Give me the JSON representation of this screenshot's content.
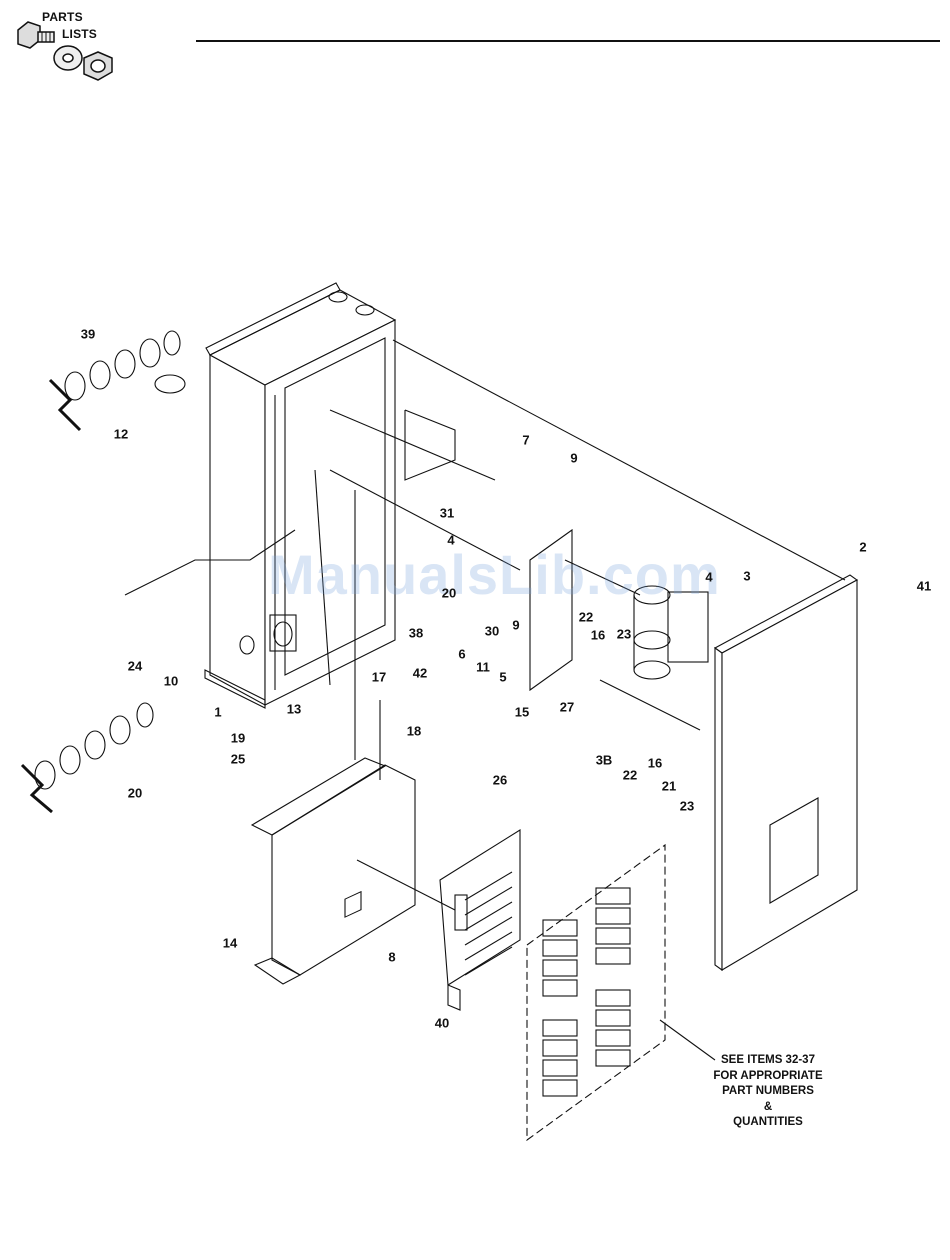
{
  "header": {
    "logo_icon": "hardware-bolt-washer-nut-icon",
    "logo_line1": "PARTS",
    "logo_line2": "LISTS"
  },
  "watermark": "ManualsLib.com",
  "callouts": {
    "c39": "39",
    "c12": "12",
    "c7": "7",
    "c9a": "9",
    "c31": "31",
    "c4a": "4",
    "c20b": "20",
    "c30": "30",
    "c9b": "9",
    "c4b": "4",
    "c3": "3",
    "c2": "2",
    "c41": "41",
    "c22a": "22",
    "c16a": "16",
    "c23a": "23",
    "c38": "38",
    "c6": "6",
    "c11": "11",
    "c5": "5",
    "c17": "17",
    "c42": "42",
    "c24": "24",
    "c10": "10",
    "c1": "1",
    "c13": "13",
    "c19": "19",
    "c25": "25",
    "c18": "18",
    "c15": "15",
    "c27": "27",
    "c3b": "3B",
    "c22b": "22",
    "c16b": "16",
    "c21": "21",
    "c23b": "23",
    "c20": "20",
    "c26": "26",
    "c14": "14",
    "c8": "8",
    "c40": "40"
  },
  "note": {
    "line1": "SEE ITEMS 32-37",
    "line2": "FOR APPROPRIATE",
    "line3": "PART NUMBERS",
    "line4": "&",
    "line5": "QUANTITIES"
  }
}
